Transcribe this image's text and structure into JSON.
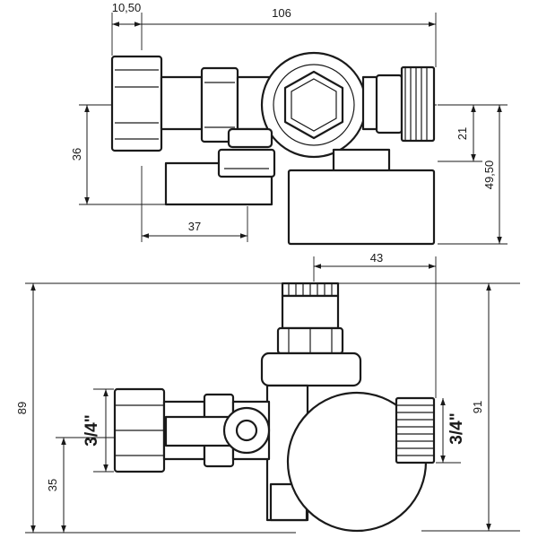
{
  "dimensions": {
    "top_view": {
      "width_small": "10,50",
      "overall_length": "106",
      "left_height": "36",
      "handle_reach": "37",
      "thread_offset": "21",
      "cap_height": "49,50"
    },
    "front_view": {
      "cap_offset": "43",
      "overall_height_left": "89",
      "overall_height_right": "91",
      "axis_height": "35",
      "thread_left": "3/4\"",
      "thread_right": "3/4\""
    }
  },
  "colors": {
    "line": "#1a1a1a",
    "fill": "#ffffff"
  }
}
